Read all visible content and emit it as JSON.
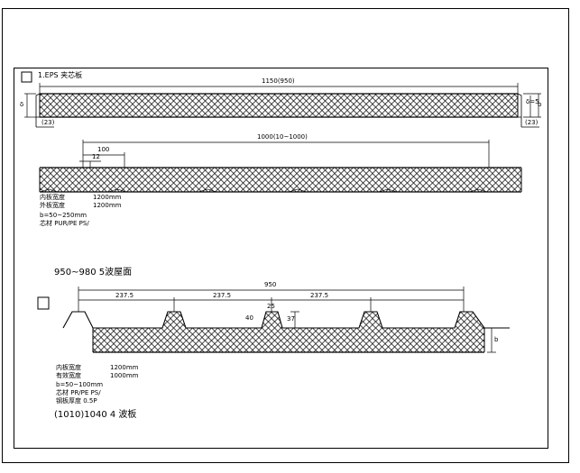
{
  "section1": {
    "title": "1.EPS 夹芯板",
    "overall_dim": "1150(950)",
    "left_dim": "δ",
    "right_dim_a": "δ=5",
    "right_dim_b": "b",
    "left_tag": "(23)",
    "right_tag": "(23)"
  },
  "section2": {
    "span_dim": "1000(10~1000)",
    "dim_100": "100",
    "dim_12": "12",
    "spec_1_label": "内板宽度",
    "spec_1_value": "1200mm",
    "spec_2_label": "外板宽度",
    "spec_2_value": "1200mm",
    "spec_3": "b=50~250mm",
    "spec_4": "芯材 PUR/PE PS/"
  },
  "section3": {
    "heading": "950~980  5波屋面",
    "overall_dim": "950",
    "span_1": "237.5",
    "span_2": "237.5",
    "span_3": "237.5",
    "rib_dim_a": "25",
    "rib_dim_b": "40",
    "rib_height": "37",
    "thick_dim": "b",
    "spec_1_label": "内板宽度",
    "spec_1_value": "1200mm",
    "spec_2_label": "有效宽度",
    "spec_2_value": "1000mm",
    "spec_3": "b=50~100mm",
    "spec_4": "芯材 PR/PE PS/",
    "spec_5": "钢板厚度 0.5P",
    "footer": "(1010)1040   4 波板"
  }
}
